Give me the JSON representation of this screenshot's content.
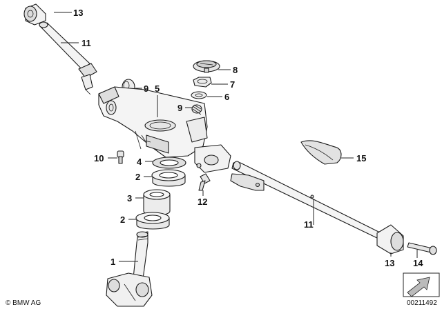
{
  "diagram": {
    "copyright": "© BMW AG",
    "diagram_number": "00211492",
    "callouts": [
      {
        "id": "c13a",
        "label": "13"
      },
      {
        "id": "c11a",
        "label": "11"
      },
      {
        "id": "c9a",
        "label": "9"
      },
      {
        "id": "c5",
        "label": "5"
      },
      {
        "id": "c8",
        "label": "8"
      },
      {
        "id": "c7",
        "label": "7"
      },
      {
        "id": "c6",
        "label": "6"
      },
      {
        "id": "c9b",
        "label": "9"
      },
      {
        "id": "c10",
        "label": "10"
      },
      {
        "id": "c4",
        "label": "4"
      },
      {
        "id": "c2a",
        "label": "2"
      },
      {
        "id": "c3",
        "label": "3"
      },
      {
        "id": "c12",
        "label": "12"
      },
      {
        "id": "c2b",
        "label": "2"
      },
      {
        "id": "c1",
        "label": "1"
      },
      {
        "id": "c15",
        "label": "15"
      },
      {
        "id": "c11b",
        "label": "11"
      },
      {
        "id": "c13b",
        "label": "13"
      },
      {
        "id": "c14",
        "label": "14"
      }
    ]
  }
}
